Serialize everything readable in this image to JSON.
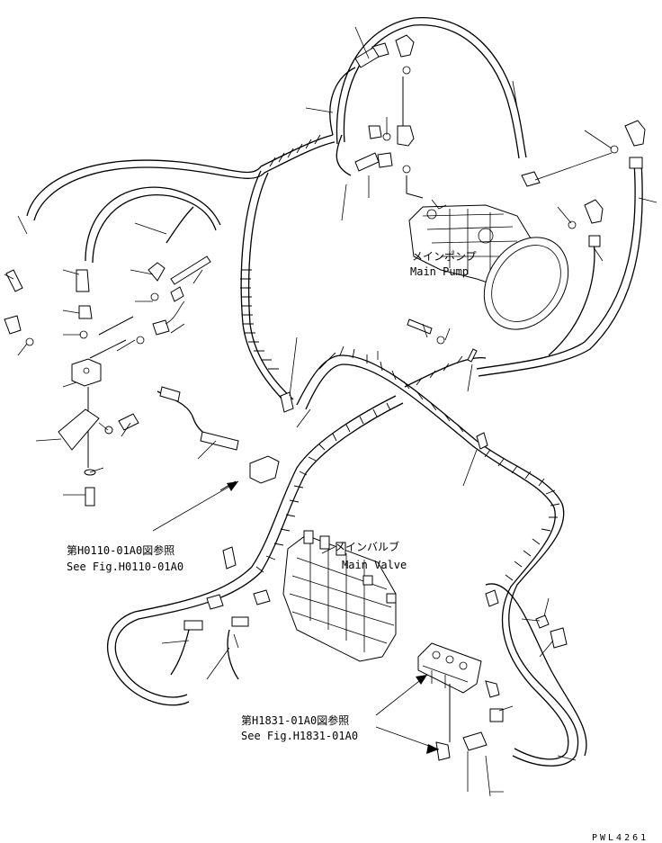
{
  "labels": {
    "main_pump_jp": "メインポンプ",
    "main_pump_en": "Main Pump",
    "main_valve_jp": "メインバルブ",
    "main_valve_en": "Main Valve",
    "ref1_jp": "第H0110-01A0図参照",
    "ref1_en": "See Fig.H0110-01A0",
    "ref2_jp": "第H1831-01A0図参照",
    "ref2_en": "See Fig.H1831-01A0",
    "drawing_code": "PWL4261"
  }
}
